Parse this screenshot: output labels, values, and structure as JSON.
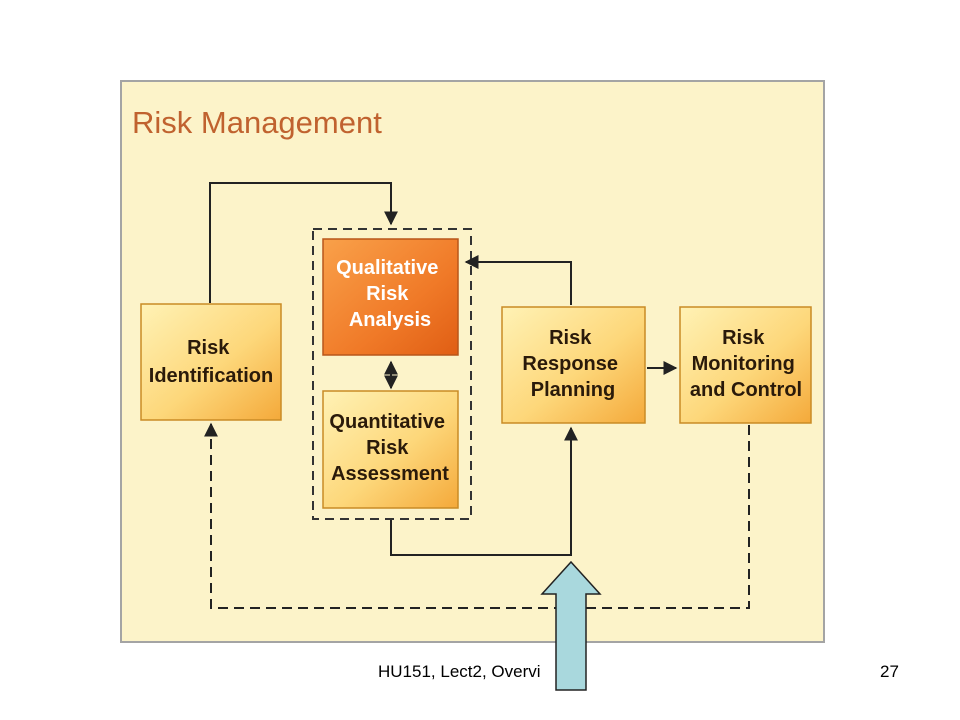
{
  "diagram": {
    "title": "Risk Management",
    "boxes": {
      "identification": [
        "Risk",
        "Identification"
      ],
      "qualitative": [
        "Qualitative",
        "Risk",
        "Analysis"
      ],
      "quantitative": [
        "Quantitative",
        "Risk",
        "Assessment"
      ],
      "response": [
        "Risk",
        "Response",
        "Planning"
      ],
      "monitoring": [
        "Risk",
        "Monitoring",
        "and Control"
      ]
    }
  },
  "footer": {
    "left_text": "HU151, Lect2, Overvi",
    "page_number": "27"
  },
  "colors": {
    "panel_background": "#fcf3c9",
    "panel_border": "#a4a4a4",
    "title_color": "#c0622f",
    "box_light": "#fde08a",
    "box_dark": "#f6ae33",
    "box_highlight": "#f07e2a",
    "pointer_arrow": "#a9d8dd"
  }
}
